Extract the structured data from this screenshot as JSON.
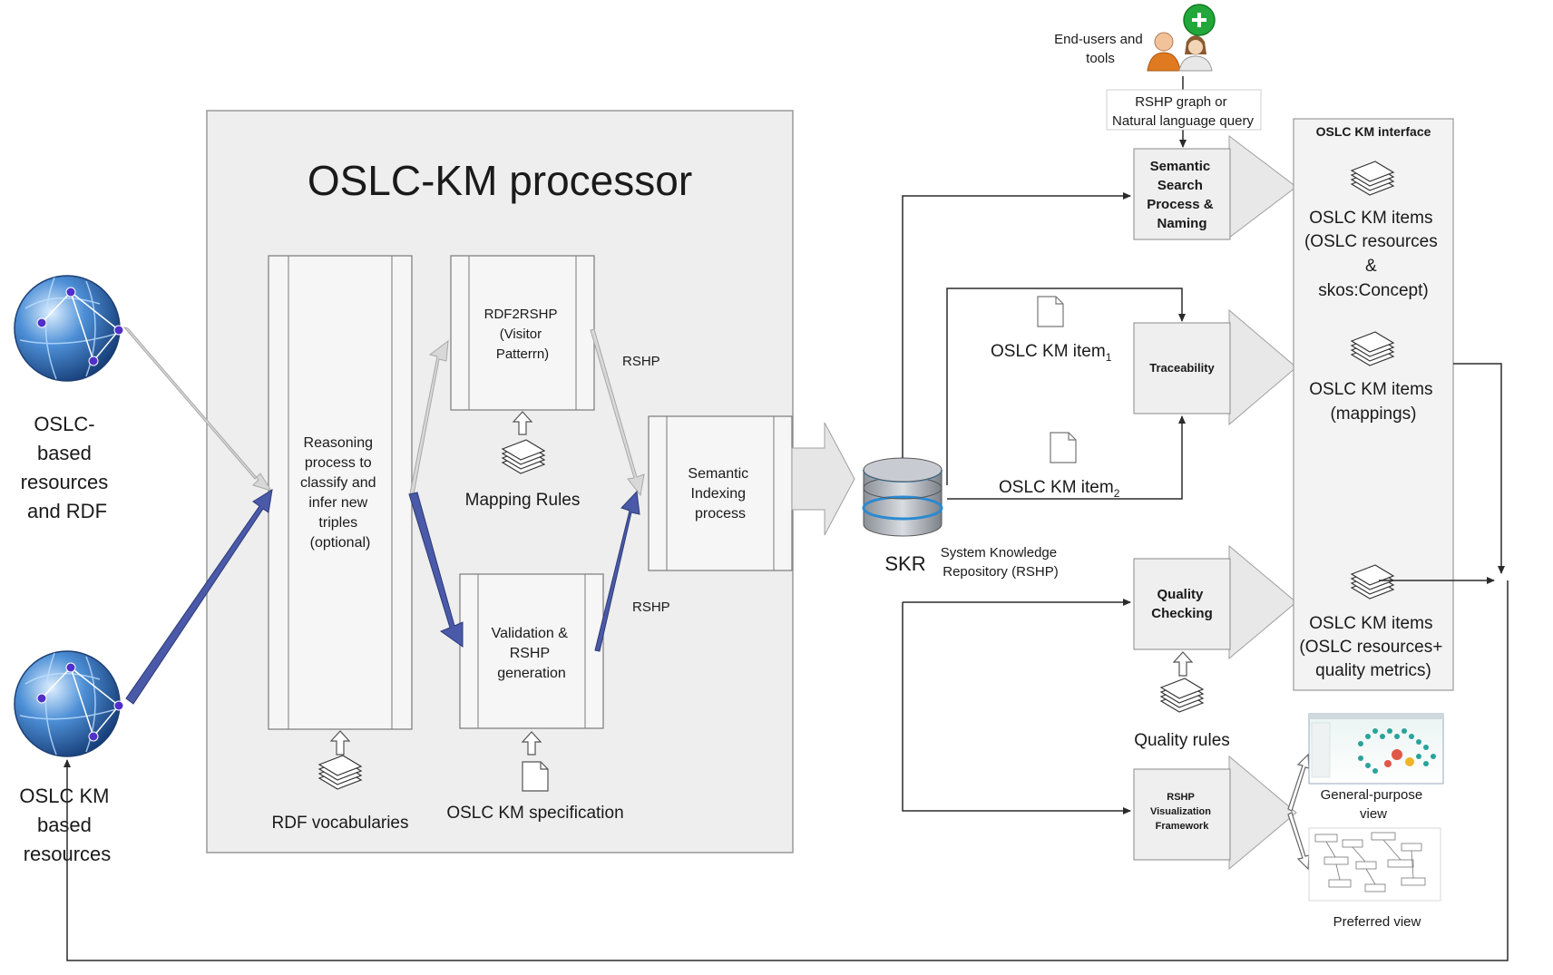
{
  "processor": {
    "title": "OSLC-KM processor"
  },
  "inputs": {
    "rdf_line1": "OSLC-",
    "rdf_line2": "based",
    "rdf_line3": "resources",
    "rdf_line4": "and RDF",
    "km_line1": "OSLC KM",
    "km_line2": "based",
    "km_line3": "resources"
  },
  "reasoning": {
    "line1": "Reasoning",
    "line2": "process to",
    "line3": "classify and",
    "line4": "infer new",
    "line5": "triples",
    "line6": "(optional)",
    "source_label": "RDF vocabularies"
  },
  "rdf2rshp": {
    "line1": "RDF2RSHP",
    "line2": "(Visitor",
    "line3": "Patterrn)",
    "source_label": "Mapping Rules"
  },
  "validation": {
    "line1": "Validation &",
    "line2": "RSHP",
    "line3": "generation",
    "source_label": "OSLC KM specification"
  },
  "indexing": {
    "line1": "Semantic",
    "line2": "Indexing",
    "line3": "process"
  },
  "edge_labels": {
    "rshp_top": "RSHP",
    "rshp_bottom": "RSHP"
  },
  "skr": {
    "label": "SKR",
    "desc_line1": "System Knowledge",
    "desc_line2": "Repository (RSHP)"
  },
  "users": {
    "line1": "End-users and",
    "line2": "tools",
    "query_line1": "RSHP graph or",
    "query_line2": "Natural language query"
  },
  "search": {
    "line1": "Semantic",
    "line2": "Search",
    "line3": "Process &",
    "line4": "Naming"
  },
  "traceability": {
    "label": "Traceability",
    "item1": "OSLC KM item",
    "item1_sub": "1",
    "item2": "OSLC KM item",
    "item2_sub": "2"
  },
  "quality": {
    "line1": "Quality",
    "line2": "Checking",
    "rules_label": "Quality rules"
  },
  "visualization": {
    "line1": "RSHP",
    "line2": "Visualization",
    "line3": "Framework",
    "view1_line1": "General-purpose",
    "view1_line2": "view",
    "view2": "Preferred view"
  },
  "interface": {
    "title": "OSLC KM interface",
    "g1_line1": "OSLC KM items",
    "g1_line2": "(OSLC resources",
    "g1_line3": "&",
    "g1_line4": "skos:Concept)",
    "g2_line1": "OSLC KM items",
    "g2_line2": "(mappings)",
    "g3_line1": "OSLC KM items",
    "g3_line2": "(OSLC resources+",
    "g3_line3": "quality metrics)"
  },
  "colors": {
    "panel": "#eeeeee",
    "box": "#f4f4f4",
    "grey_arrow": "#d0d0d0",
    "blue_arrow": "#4a5aa8",
    "globe": "#2f6fc0"
  }
}
